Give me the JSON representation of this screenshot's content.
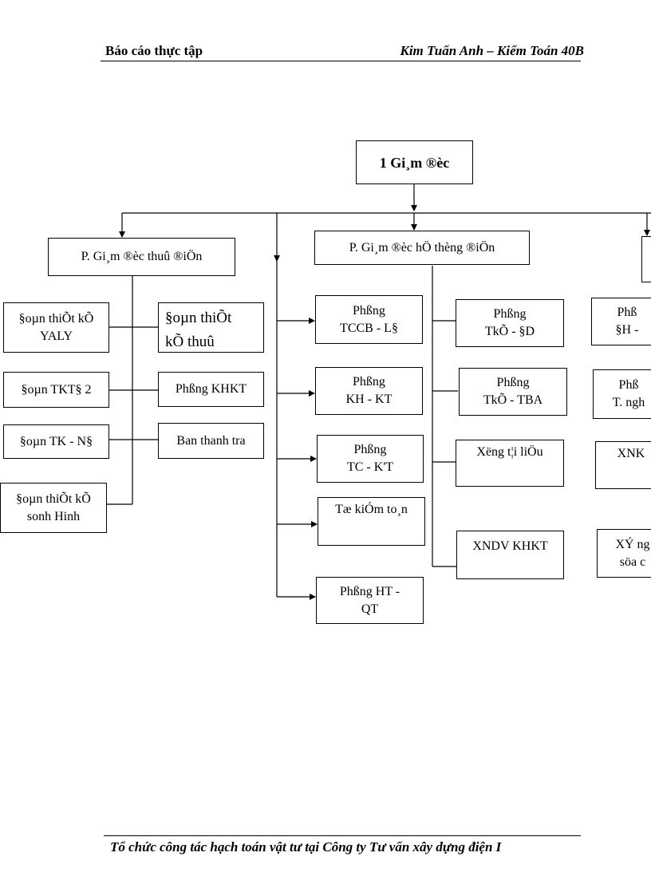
{
  "header": {
    "left": "Báo cáo thực tập",
    "right": "Kim Tuấn Anh – Kiểm Toán 40B"
  },
  "footer": {
    "text": "Tổ chức công tác hạch toán vật tư tại Công ty Tư vấn xây dựng điện I"
  },
  "org": {
    "director": "1   Gi¸m ®èc",
    "deputy_left": "P. Gi¸m ®èc thuû ®iÖn",
    "deputy_mid": "P. Gi¸m ®èc hÖ thèng ®iÖn",
    "left_col": {
      "d1": "§oµn thiÕt kÕ\nYALY",
      "d2": "§oµn TKT§ 2",
      "d3": "§oµn TK - N§",
      "d4": "§oµn thiÕt kÕ\nsonh Hinh"
    },
    "left_col2": {
      "b1": "§oµn thiÕt\nkÕ thuû",
      "b2": "Phßng KHKT",
      "b3": "Ban thanh tra"
    },
    "mid_col": {
      "m1": "Phßng\nTCCB - L§",
      "m2": "Phßng\nKH - KT",
      "m3": "Phßng\nTC - K'T",
      "m4": "Tæ kiÓm to¸n",
      "m5": "Phßng HT -\nQT"
    },
    "right_col": {
      "r1": "Phßng\nTkÕ - §D",
      "r2": "Phßng\nTkÕ - TBA",
      "r3": "X­ëng  t¦i liÖu",
      "r4": "XNDV KHKT"
    },
    "far_col": {
      "f1": "Phß\n§H -",
      "f2": "Phß\nT. ngh",
      "f3": "XNK",
      "f4": "XÝ ng\nsöa c"
    }
  }
}
